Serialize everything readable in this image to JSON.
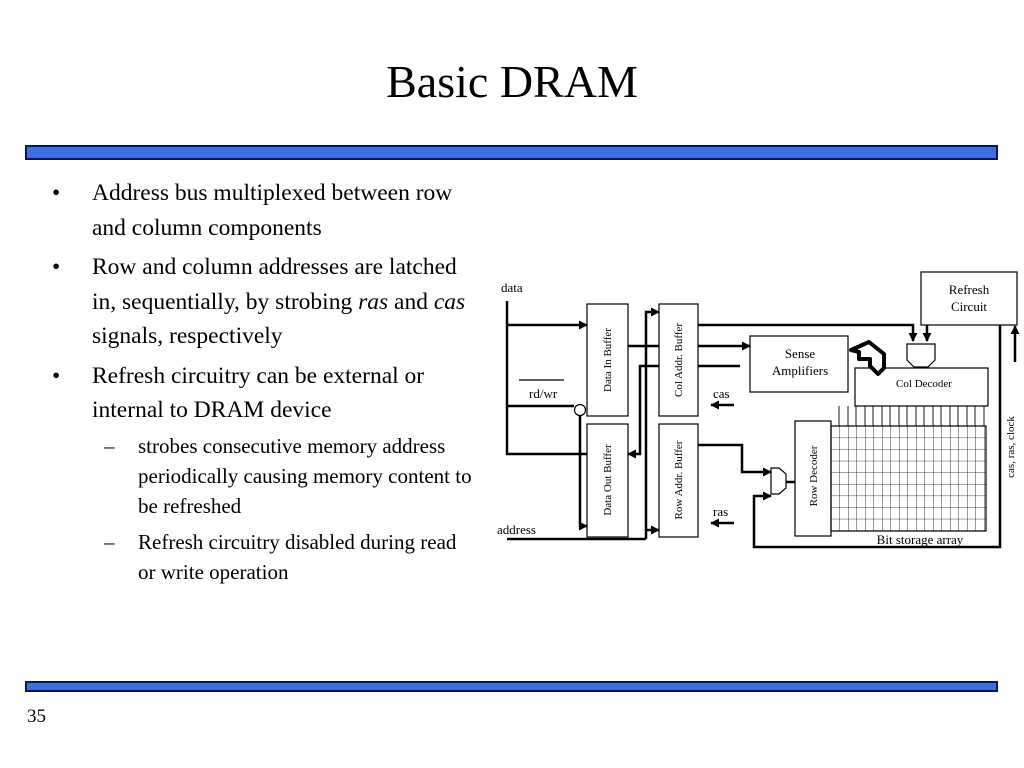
{
  "slide": {
    "title": "Basic DRAM",
    "page_number": "35",
    "accent_color": "#3c6fe0"
  },
  "bullets": {
    "b1": "Address bus multiplexed between row and column components",
    "b2_part1": "Row and column addresses are latched in, sequentially, by strobing ",
    "b2_ras": "ras",
    "b2_and": " and ",
    "b2_cas": "cas",
    "b2_part2": " signals, respectively",
    "b3": "Refresh circuitry can be external or internal to DRAM device",
    "sub1": "strobes consecutive memory address periodically causing memory content to be refreshed",
    "sub2": "Refresh circuitry disabled during read or write operation"
  },
  "diagram": {
    "data_label": "data",
    "rdwr_label": "rd/wr",
    "address_label": "address",
    "cas_label": "cas",
    "ras_label": "ras",
    "data_in_buffer": "Data In Buffer",
    "data_out_buffer": "Data Out Buffer",
    "col_addr_buffer": "Col Addr. Buffer",
    "row_addr_buffer": "Row Addr. Buffer",
    "sense_amp_line1": "Sense",
    "sense_amp_line2": "Amplifiers",
    "refresh_line1": "Refresh",
    "refresh_line2": "Circuit",
    "col_decoder": "Col Decoder",
    "row_decoder": "Row Decoder",
    "bit_storage_array": "Bit storage array",
    "refresh_inputs": "cas, ras, clock"
  }
}
